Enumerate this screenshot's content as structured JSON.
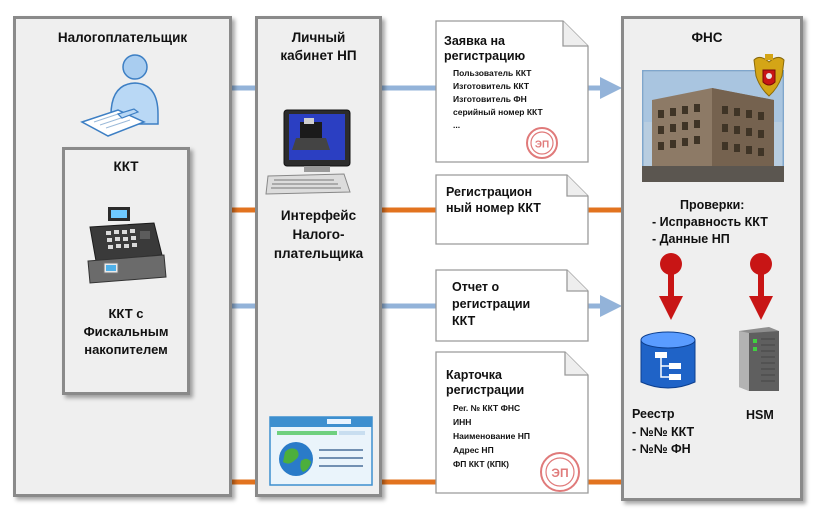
{
  "panels": {
    "taxpayer": {
      "title": "Налогоплательщик"
    },
    "kkt": {
      "title": "ККТ",
      "caption": "ККТ с Фискальным накопителем"
    },
    "cabinet": {
      "title": "Личный кабинет НП",
      "caption": "Интерфейс Налого-плательщика"
    },
    "fns": {
      "title": "ФНС",
      "checks_title": "Проверки:",
      "checks": [
        "- Исправность ККТ",
        "- Данные НП"
      ],
      "registry_title": "Реестр",
      "registry_items": [
        "- №№ ККТ",
        "- №№ ФН"
      ],
      "hsm_label": "HSM"
    }
  },
  "documents": {
    "application": {
      "title": "Заявка на регистрацию",
      "items": [
        "Пользователь ККТ",
        "Изготовитель ККТ",
        "Изготовитель ФН",
        "серийный номер ККТ",
        "..."
      ],
      "stamp": "ЭП"
    },
    "reg_number": {
      "title": "Регистрацион ный номер ККТ"
    },
    "report": {
      "title": "Отчет о регистрации ККТ"
    },
    "card": {
      "title": "Карточка регистрации",
      "items": [
        "Рег. № ККТ ФНС",
        "ИНН",
        "Наименование НП",
        "Адрес НП",
        "ФП ККТ (КПК)"
      ],
      "stamp": "ЭП"
    }
  },
  "icons": [
    "user-at-desk-icon",
    "cash-register-icon",
    "computer-terminal-icon",
    "browser-window-icon",
    "globe-icon",
    "building-photo",
    "coat-of-arms-icon",
    "database-icon",
    "hsm-server-icon",
    "pin-arrow-icon"
  ],
  "colors": {
    "blue_arrow": "#93b3d9",
    "orange_arrow": "#e2731f",
    "red_pin": "#c81515",
    "panel_bg": "#efefef",
    "panel_border": "#8a8a8a"
  }
}
